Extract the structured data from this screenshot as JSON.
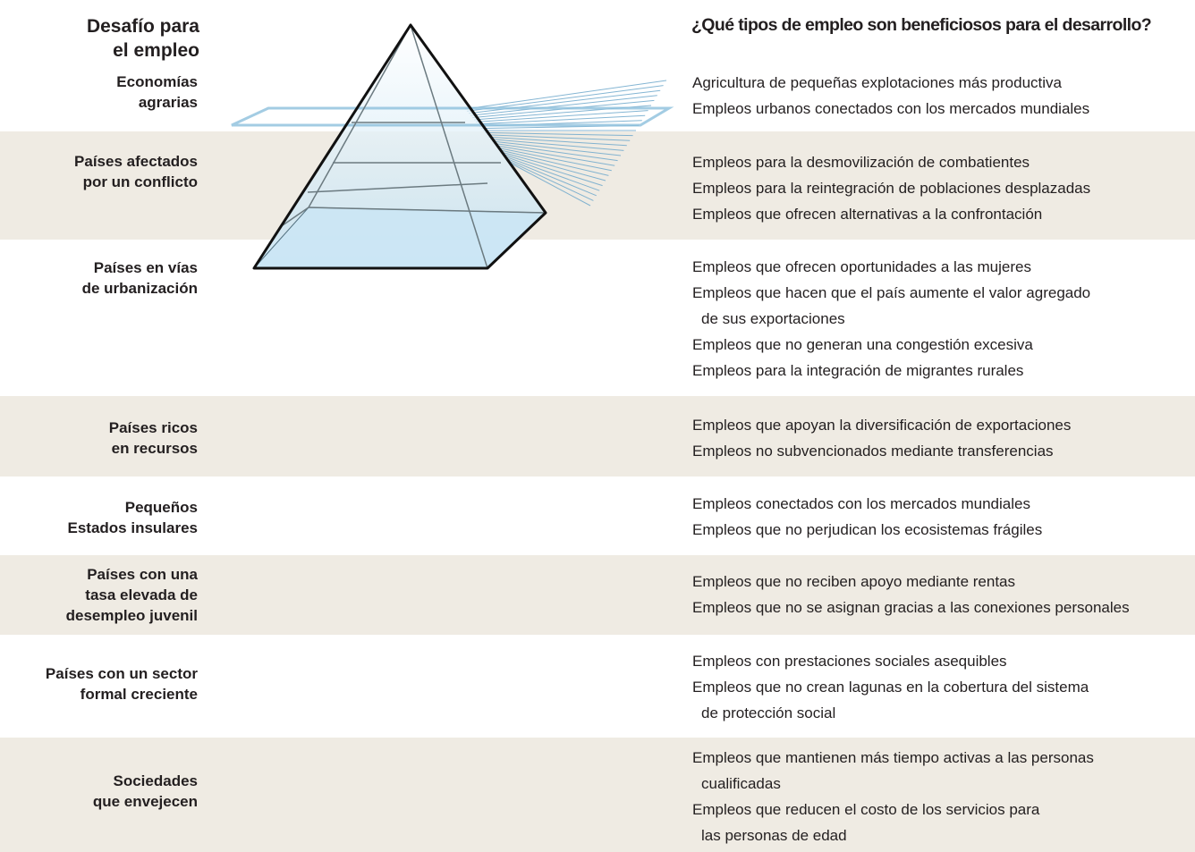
{
  "header": {
    "left_title_lines": [
      "Desafío para",
      "el empleo"
    ],
    "right_title": "¿Qué tipos de empleo son beneficiosos para el desarrollo?"
  },
  "rows": [
    {
      "label": [
        "Economías",
        "agrarias"
      ],
      "items": [
        "Agricultura de pequeñas explotaciones más productiva",
        "Empleos urbanos conectados con los mercados mundiales"
      ]
    },
    {
      "label": [
        "Países afectados",
        "por un conflicto"
      ],
      "items": [
        "Empleos para la desmovilización de combatientes",
        "Empleos para la reintegración de poblaciones desplazadas",
        "Empleos que ofrecen alternativas a la confrontación"
      ]
    },
    {
      "label": [
        "Países en vías",
        "de urbanización"
      ],
      "items": [
        "Empleos que ofrecen oportunidades a las mujeres",
        "Empleos que hacen que el país aumente el valor agregado",
        "de sus exportaciones",
        "Empleos que no generan una congestión excesiva",
        "Empleos para la integración de migrantes rurales"
      ]
    },
    {
      "label": [
        "Países ricos",
        "en recursos"
      ],
      "items": [
        "Empleos que apoyan la diversificación de exportaciones",
        "Empleos no subvencionados mediante transferencias"
      ]
    },
    {
      "label": [
        "Pequeños",
        "Estados insulares"
      ],
      "items": [
        "Empleos conectados con los mercados mundiales",
        "Empleos que no perjudican los ecosistemas frágiles"
      ]
    },
    {
      "label": [
        "Países con una",
        "tasa elevada de",
        "desempleo juvenil"
      ],
      "items": [
        "Empleos que no reciben apoyo mediante rentas",
        "Empleos que no se asignan gracias a las conexiones personales"
      ]
    },
    {
      "label": [
        "Países con un sector",
        "formal creciente"
      ],
      "items": [
        "Empleos con prestaciones sociales asequibles",
        "Empleos que no crean lagunas en la cobertura del sistema",
        "de protección social"
      ]
    },
    {
      "label": [
        "Sociedades",
        "que envejecen"
      ],
      "items": [
        "Empleos que mantienen más tiempo activas a las personas",
        "cualificadas",
        "Empleos que reducen el costo de los servicios para",
        "las personas de edad"
      ]
    }
  ],
  "colors": {
    "band": "#efebe3",
    "text": "#231f20",
    "glass": "#cfe6f3",
    "rays": "#6fa9cc"
  }
}
